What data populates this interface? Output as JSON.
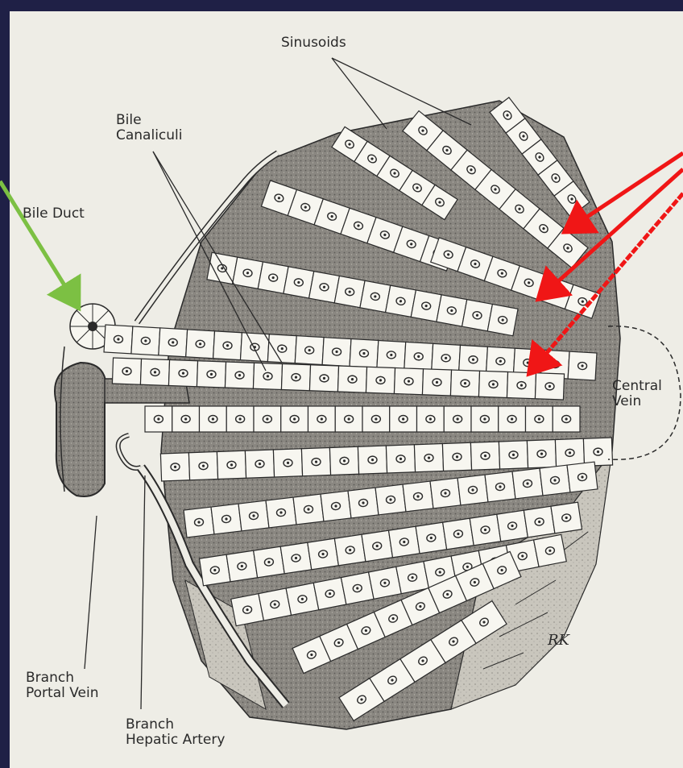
{
  "labels": {
    "sinusoids": "Sinusoids",
    "bile_canaliculi": "Bile\nCanaliculi",
    "bile_duct": "Bile Duct",
    "central_vein": "Central\nVein",
    "branch_portal_vein": "Branch\nPortal Vein",
    "branch_hepatic_artery": "Branch\nHepatic Artery"
  },
  "signature": "RK",
  "colors": {
    "background": "#1f2046",
    "paper": "#eeede6",
    "ink": "#2a2a2a",
    "hepatocyte": "#f7f6f0",
    "shading": "#7a7873",
    "green_arrow": "#7cc043",
    "red_arrow": "#f01616"
  },
  "annotations": {
    "green_arrow": "points to bile duct",
    "red_arrows_count": 3
  }
}
